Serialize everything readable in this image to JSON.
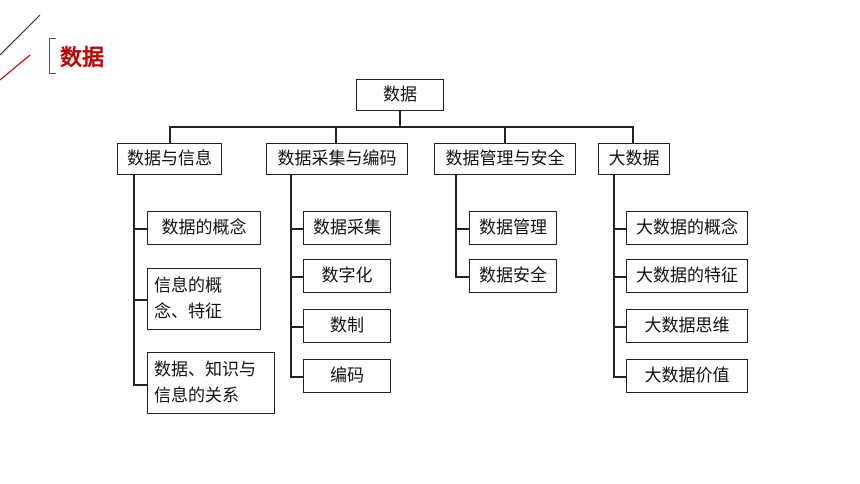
{
  "slide": {
    "title": "数据"
  },
  "diagram": {
    "root": "数据",
    "branches": [
      {
        "label": "数据与信息",
        "children": [
          "数据的概念",
          "信息的概念、特征",
          "数据、知识与信息的关系"
        ]
      },
      {
        "label": "数据采集与编码",
        "children": [
          "数据采集",
          "数字化",
          "数制",
          "编码"
        ]
      },
      {
        "label": "数据管理与安全",
        "children": [
          "数据管理",
          "数据安全"
        ]
      },
      {
        "label": "大数据",
        "children": [
          "大数据的概念",
          "大数据的特征",
          "大数据思维",
          "大数据价值"
        ]
      }
    ]
  }
}
